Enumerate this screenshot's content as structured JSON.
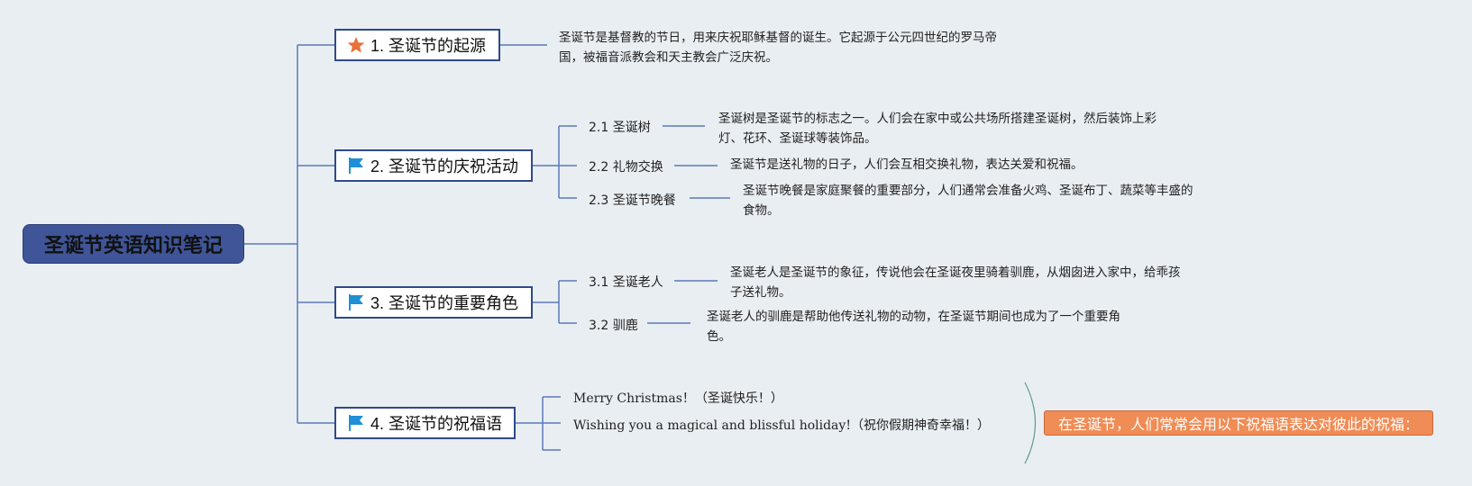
{
  "root": {
    "title": "圣诞节英语知识笔记"
  },
  "topics": [
    {
      "title": "1. 圣诞节的起源",
      "icon": "star-icon",
      "description": "圣诞节是基督教的节日，用来庆祝耶稣基督的诞生。它起源于公元四世纪的罗马帝国，被福音派教会和天主教会广泛庆祝。"
    },
    {
      "title": "2. 圣诞节的庆祝活动",
      "icon": "flag-icon",
      "subtopics": [
        {
          "label": "2.1 圣诞树",
          "description": "圣诞树是圣诞节的标志之一。人们会在家中或公共场所搭建圣诞树，然后装饰上彩灯、花环、圣诞球等装饰品。"
        },
        {
          "label": "2.2 礼物交换",
          "description": "圣诞节是送礼物的日子，人们会互相交换礼物，表达关爱和祝福。"
        },
        {
          "label": "2.3 圣诞节晚餐",
          "description": "圣诞节晚餐是家庭聚餐的重要部分，人们通常会准备火鸡、圣诞布丁、蔬菜等丰盛的食物。"
        }
      ]
    },
    {
      "title": "3. 圣诞节的重要角色",
      "icon": "flag-icon",
      "subtopics": [
        {
          "label": "3.1 圣诞老人",
          "description": "圣诞老人是圣诞节的象征，传说他会在圣诞夜里骑着驯鹿，从烟囱进入家中，给乖孩子送礼物。"
        },
        {
          "label": "3.2 驯鹿",
          "description": "圣诞老人的驯鹿是帮助他传送礼物的动物，在圣诞节期间也成为了一个重要角色。"
        }
      ]
    },
    {
      "title": "4. 圣诞节的祝福语",
      "icon": "flag-icon",
      "blessings": [
        "Merry Christmas！（圣诞快乐！）",
        "Wishing you a magical and blissful holiday!（祝你假期神奇幸福！）"
      ],
      "note": "在圣诞节，人们常常会用以下祝福语表达对彼此的祝福："
    }
  ],
  "colors": {
    "background": "#e9eef3",
    "root_fill": "#3f5597",
    "topic_border": "#2f4a8a",
    "line": "#5b78b8",
    "star": "#e8703a",
    "flag": "#1f8fd6",
    "note_fill": "#f08c55"
  }
}
